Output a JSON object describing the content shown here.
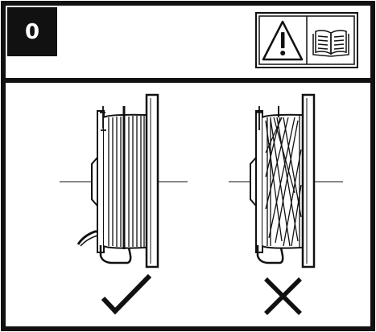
{
  "step": {
    "number": "0"
  },
  "header": {
    "warning_icon": "warning-triangle-icon",
    "manual_icon": "open-book-icon"
  },
  "illustrations": [
    {
      "name": "correct-winding",
      "mark": "check-icon"
    },
    {
      "name": "incorrect-winding",
      "mark": "cross-icon"
    }
  ],
  "colors": {
    "ink": "#111111",
    "background": "#ffffff"
  }
}
